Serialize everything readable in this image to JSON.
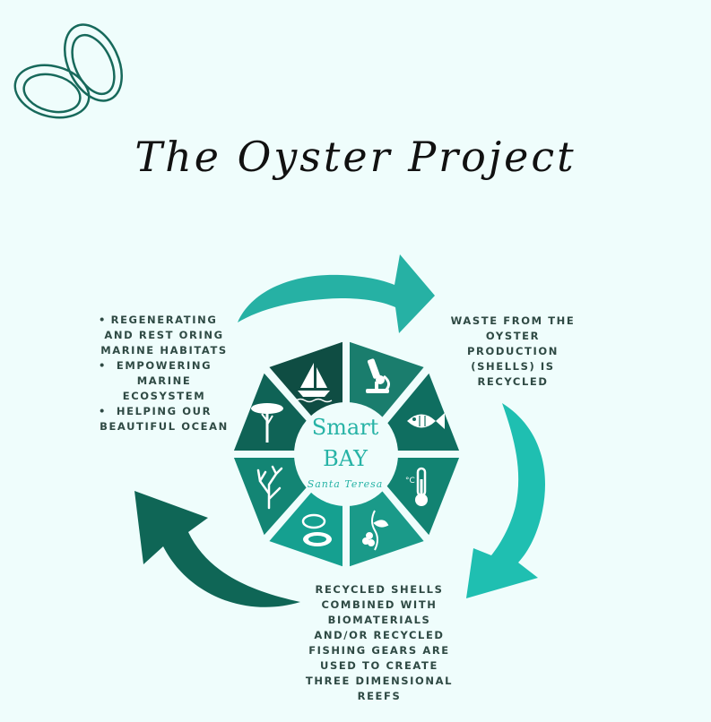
{
  "title": "The Oyster Project",
  "left_bullets": [
    "REGENERATING AND REST ORING MARINE HABITATS",
    "EMPOWERING MARINE ECOSYSTEM",
    "HELPING OUR BEAUTIFUL OCEAN"
  ],
  "right_text": "WASTE FROM THE OYSTER PRODUCTION (SHELLS) IS RECYCLED",
  "bottom_text": "RECYCLED SHELLS COMBINED WITH BIOMATERIALS AND/OR RECYCLED FISHING GEARS ARE USED TO CREATE THREE DIMENSIONAL REEFS",
  "center": {
    "line1": "Smart",
    "line2": "BAY",
    "line3": "Santa Teresa"
  },
  "segments": [
    "sailboat-icon",
    "microscope-icon",
    "fish-icon",
    "thermometer-icon",
    "vine-icon",
    "mussel-icon",
    "coral-icon",
    "pine-tree-icon"
  ],
  "colors": {
    "background": "#effdfc",
    "dark_green": "#0f5b4f",
    "mid_green": "#1a7d6d",
    "teal": "#25b2a5",
    "light_teal": "#2ec4b6"
  }
}
